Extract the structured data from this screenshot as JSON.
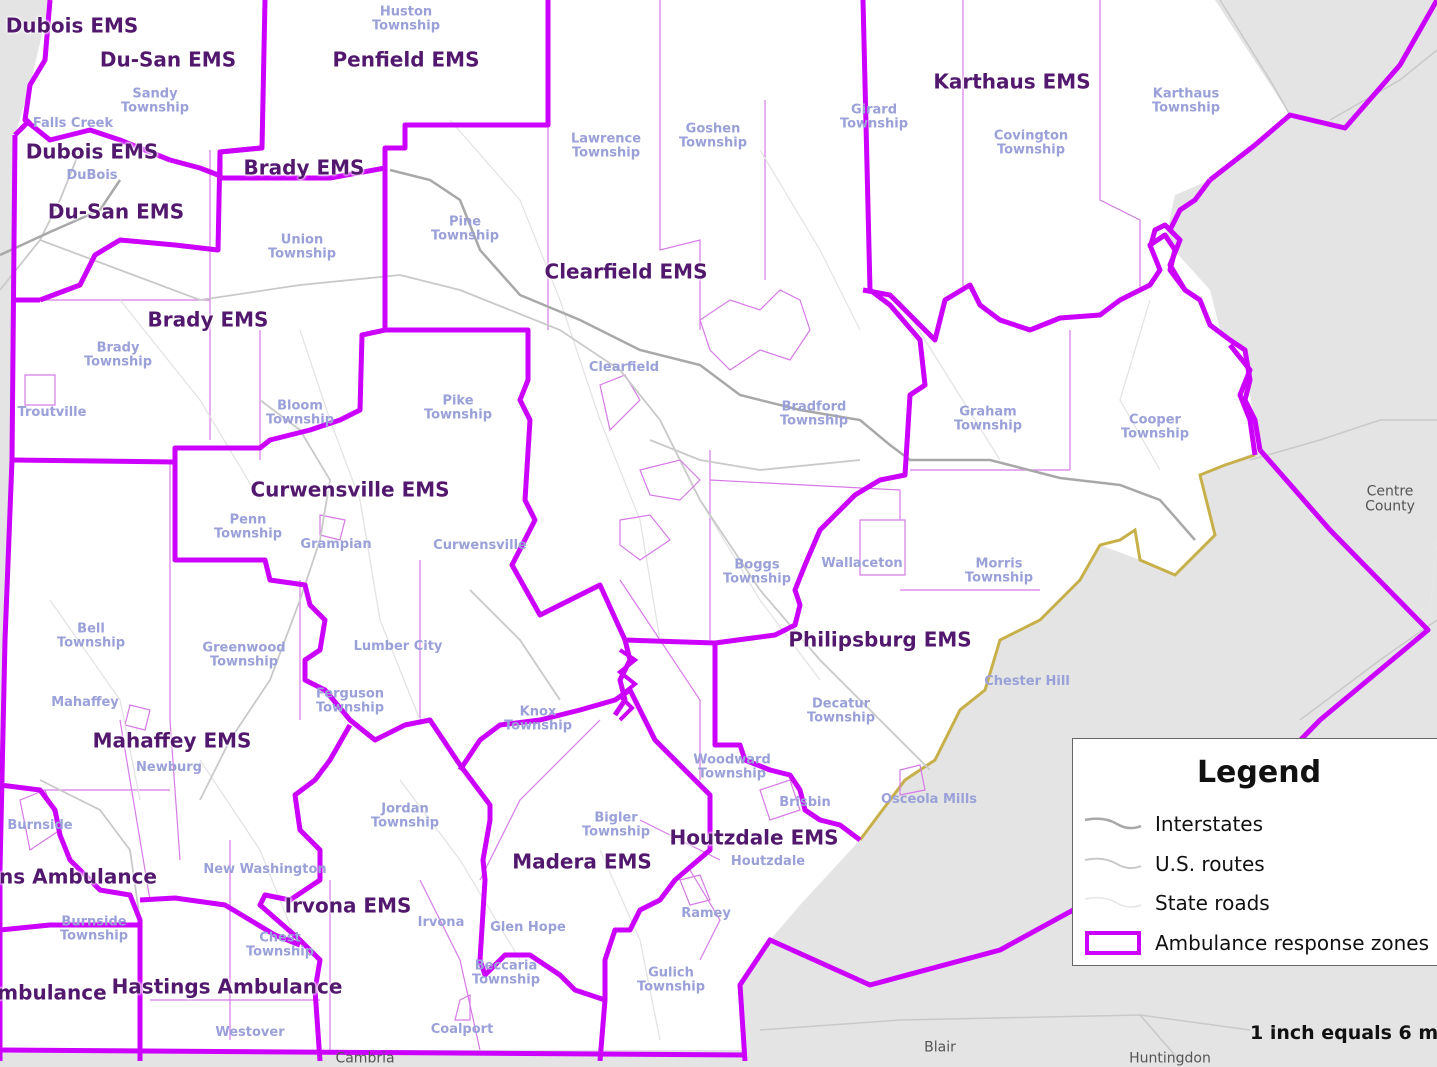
{
  "colors": {
    "zone": "#cc00ff",
    "township": "#d67ae6",
    "interstate": "#a8a8a8",
    "us_route": "#c8c8c8",
    "state_road": "#e2e2e2",
    "county_outside": "#e4e4e4",
    "county_inside": "#ffffff",
    "label_twp": "#9aa0d8",
    "label_ems": "#52186e",
    "county_line": "#c7b04a"
  },
  "ems_labels": {
    "dubois_ems_top": "Dubois EMS",
    "du_san_ems_top": "Du-San EMS",
    "penfield_ems": "Penfield EMS",
    "karthaus_ems": "Karthaus EMS",
    "dubois_ems": "Dubois EMS",
    "brady_ems_top": "Brady EMS",
    "du_san_ems": "Du-San EMS",
    "clearfield_ems": "Clearfield EMS",
    "brady_ems": "Brady EMS",
    "curwensville_ems": "Curwensville EMS",
    "philipsburg_ems": "Philipsburg EMS",
    "mahaffey_ems": "Mahaffey EMS",
    "houtzdale_ems": "Houtzdale EMS",
    "madera_ems": "Madera EMS",
    "irvona_ems": "Irvona EMS",
    "glens_ambulance": "ns Ambulance",
    "hastings_ambulance": "Hastings Ambulance",
    "ambulance_left": "mbulance"
  },
  "township_labels": {
    "huston": "Huston\nTownship",
    "sandy": "Sandy\nTownship",
    "lawrence": "Lawrence\nTownship",
    "goshen": "Goshen\nTownship",
    "girard": "Girard\nTownship",
    "covington": "Covington\nTownship",
    "karthaus": "Karthaus\nTownship",
    "union": "Union\nTownship",
    "pine": "Pine\nTownship",
    "brady": "Brady\nTownship",
    "bloom": "Bloom\nTownship",
    "pike": "Pike\nTownship",
    "bradford": "Bradford\nTownship",
    "graham": "Graham\nTownship",
    "cooper": "Cooper\nTownship",
    "penn": "Penn\nTownship",
    "boggs": "Boggs\nTownship",
    "morris": "Morris\nTownship",
    "bell": "Bell\nTownship",
    "greenwood": "Greenwood\nTownship",
    "ferguson": "Ferguson\nTownship",
    "knox": "Knox\nTownship",
    "decatur": "Decatur\nTownship",
    "woodward": "Woodward\nTownship",
    "jordan": "Jordan\nTownship",
    "bigler": "Bigler\nTownship",
    "burnside_twp": "Burnside\nTownship",
    "chest": "Chest\nTownship",
    "beccaria": "Beccaria\nTownship",
    "gulich": "Gulich\nTownship"
  },
  "place_labels": {
    "falls_creek": "Falls Creek",
    "dubois": "DuBois",
    "troutville": "Troutville",
    "clearfield": "Clearfield",
    "grampian": "Grampian",
    "curwensville": "Curwensville",
    "wallaceton": "Wallaceton",
    "lumber_city": "Lumber City",
    "chester_hill": "Chester Hill",
    "mahaffey": "Mahaffey",
    "newburg": "Newburg",
    "brisbin": "Brisbin",
    "osceola_mills": "Osceola Mills",
    "burnside": "Burnside",
    "houtzdale": "Houtzdale",
    "new_washington": "New Washington",
    "irvona": "Irvona",
    "glen_hope": "Glen Hope",
    "ramey": "Ramey",
    "westover": "Westover",
    "coalport": "Coalport"
  },
  "county_labels": {
    "centre": "Centre\nCounty",
    "blair": "Blair",
    "cambria": "Cambria",
    "huntingdon": "Huntingdon"
  },
  "legend": {
    "title": "Legend",
    "items": [
      "Interstates",
      "U.S. routes",
      "State roads",
      "Ambulance response zones"
    ]
  },
  "scale": "1 inch equals 6 m"
}
